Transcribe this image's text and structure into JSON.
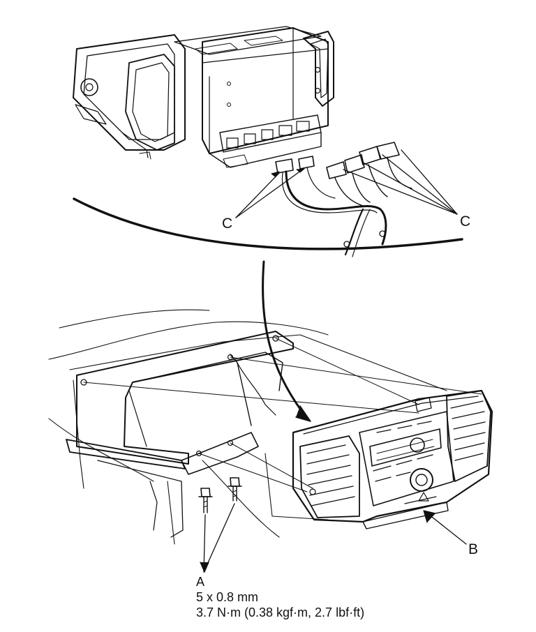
{
  "callouts": {
    "c_left": "C",
    "c_right": "C",
    "b": "B"
  },
  "fastener": {
    "label": "A",
    "size": "5 x 0.8 mm",
    "torque": "3.7 N·m (0.38 kgf·m, 2.7 lbf·ft)"
  },
  "colors": {
    "line": "#111111",
    "background": "#ffffff"
  }
}
